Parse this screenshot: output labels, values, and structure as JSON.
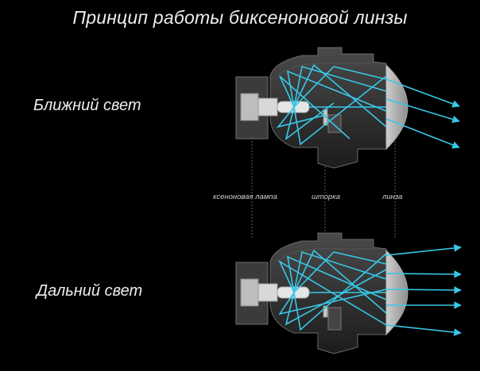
{
  "title": "Принцип работы биксеноновой линзы",
  "modes": {
    "low_beam": "Ближний свет",
    "high_beam": "Дальний свет"
  },
  "parts": {
    "lamp": "ксеноновая лампа",
    "shutter": "шторка",
    "lens": "линза"
  },
  "colors": {
    "background": "#000000",
    "ray": "#38c8e8",
    "metal": "#9a9a9a"
  }
}
